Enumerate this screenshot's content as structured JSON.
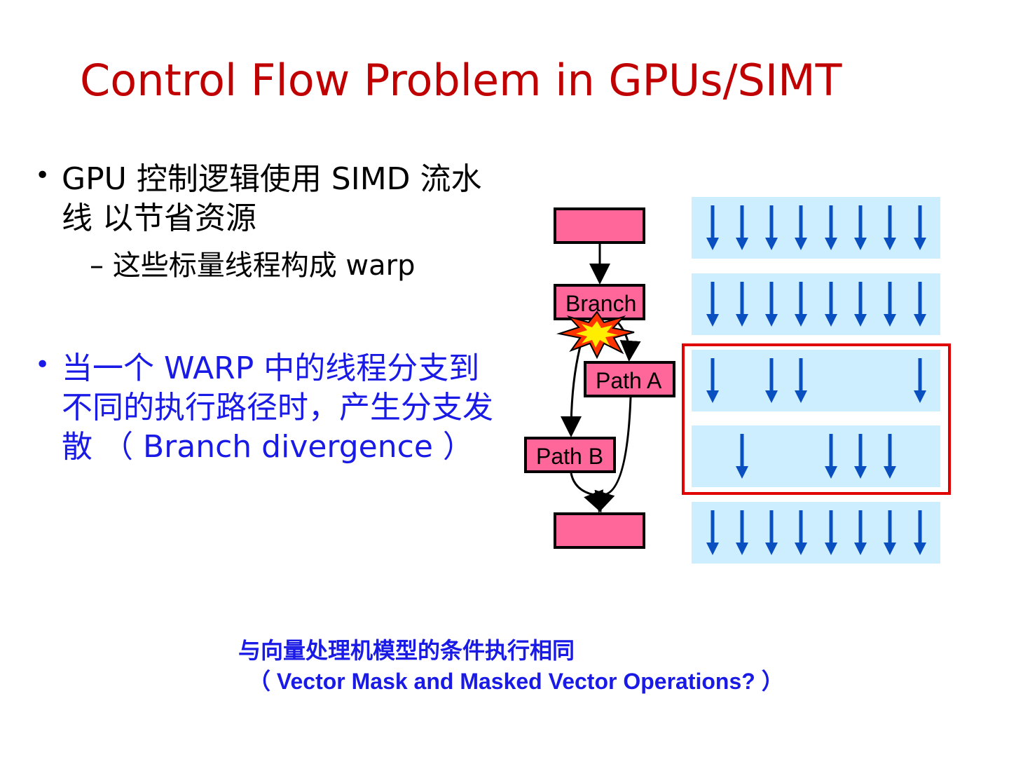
{
  "title": "Control Flow Problem in GPUs/SIMT",
  "bullets": [
    {
      "text": "GPU  控制逻辑使用  SIMD 流水线 以节省资源",
      "sub": "– 这些标量线程构成 warp"
    },
    {
      "text": "当一个 WARP 中的线程分支到不同的执行路径时，产生分支发散 （ Branch divergence ）"
    }
  ],
  "flow_nodes": {
    "branch": "Branch",
    "path_a": "Path A",
    "path_b": "Path B"
  },
  "warp_rows": [
    [
      1,
      1,
      1,
      1,
      1,
      1,
      1,
      1
    ],
    [
      1,
      1,
      1,
      1,
      1,
      1,
      1,
      1
    ],
    [
      1,
      0,
      1,
      1,
      0,
      0,
      0,
      1
    ],
    [
      0,
      1,
      0,
      0,
      1,
      1,
      1,
      0
    ],
    [
      1,
      1,
      1,
      1,
      1,
      1,
      1,
      1
    ]
  ],
  "bottom_note": {
    "line1": "与向量处理机模型的条件执行相同",
    "line2": "（ Vector Mask and Masked Vector Operations? ）"
  },
  "colors": {
    "title": "#c00000",
    "blue_text": "#1a1ae6",
    "node_fill": "#ff6699",
    "lane_bg": "#cceeff",
    "lane_arrow": "#0a4fc0",
    "highlight_box": "#e00000"
  }
}
